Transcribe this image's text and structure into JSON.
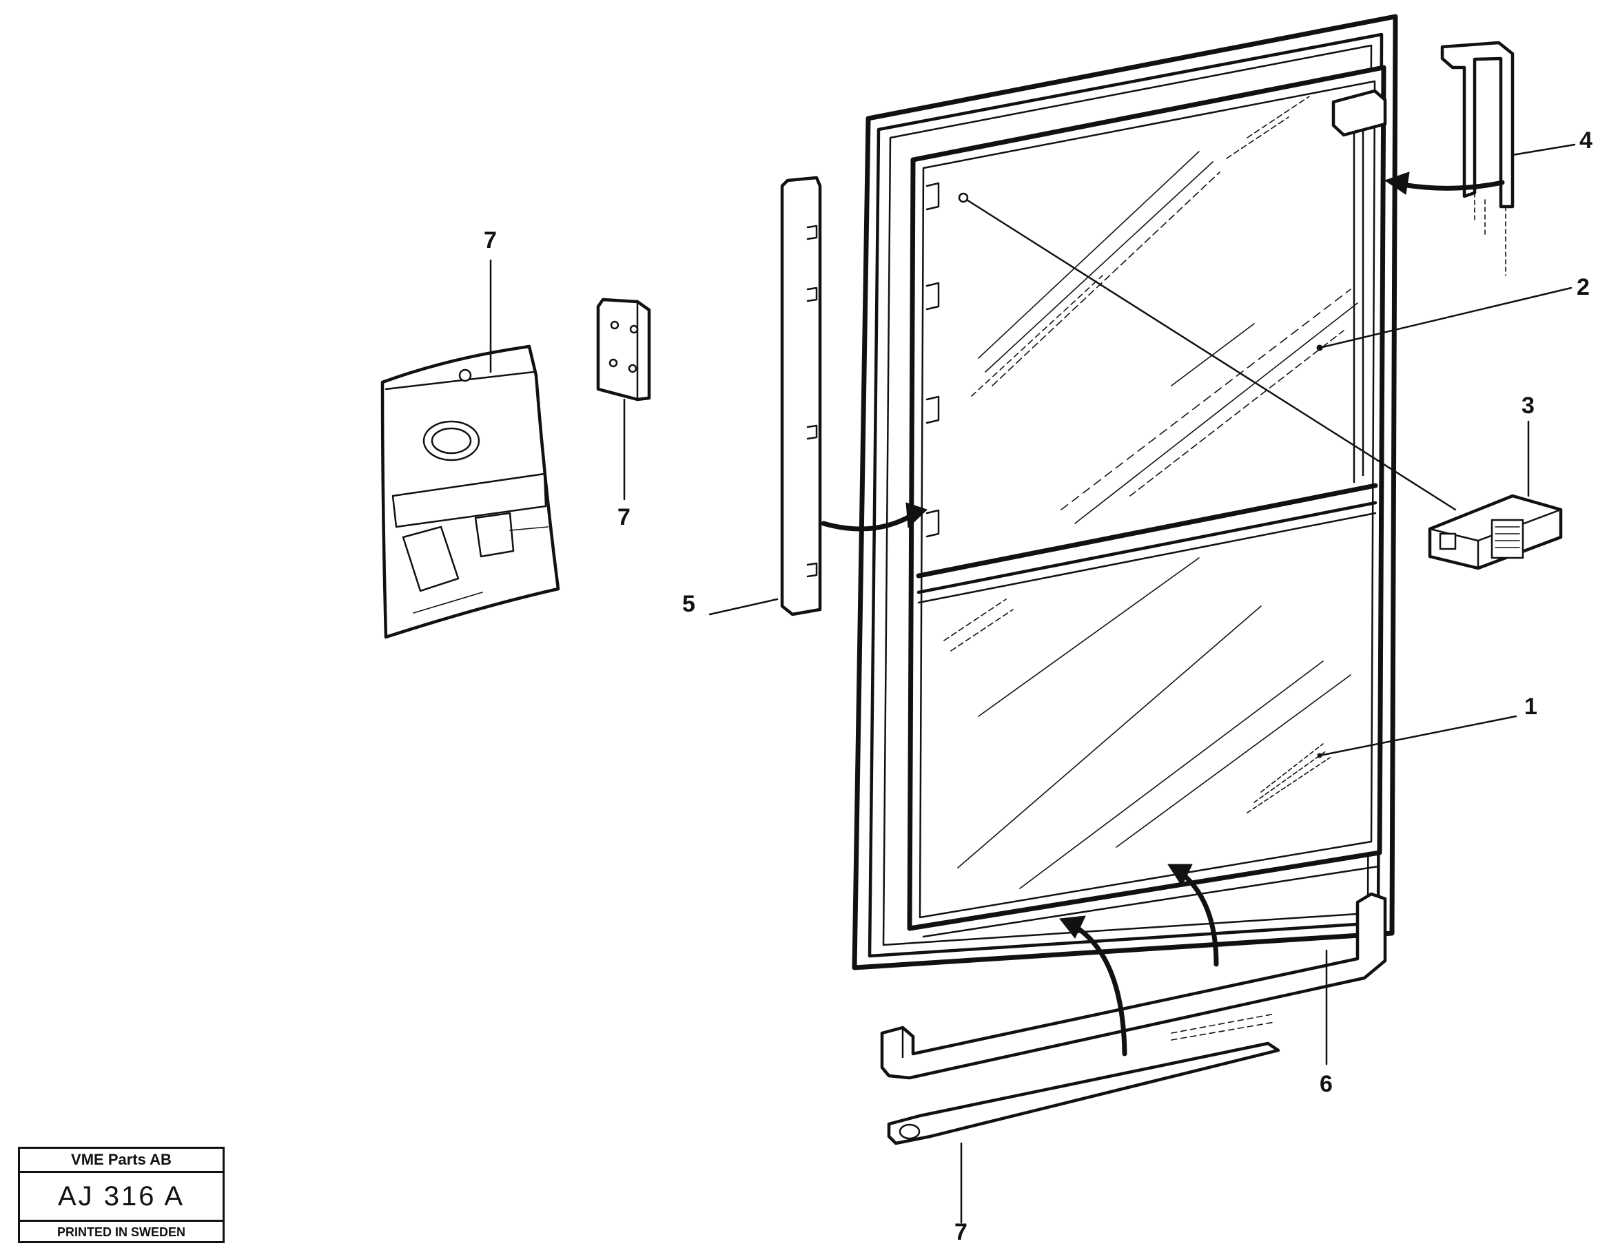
{
  "callouts": {
    "c1": "1",
    "c2": "2",
    "c3": "3",
    "c4": "4",
    "c5": "5",
    "c6": "6",
    "c7_bag": "7",
    "c7_plate": "7",
    "c7_strip": "7"
  },
  "title_block": {
    "company": "VME Parts AB",
    "code": "AJ 316 A",
    "printed": "PRINTED IN SWEDEN"
  }
}
